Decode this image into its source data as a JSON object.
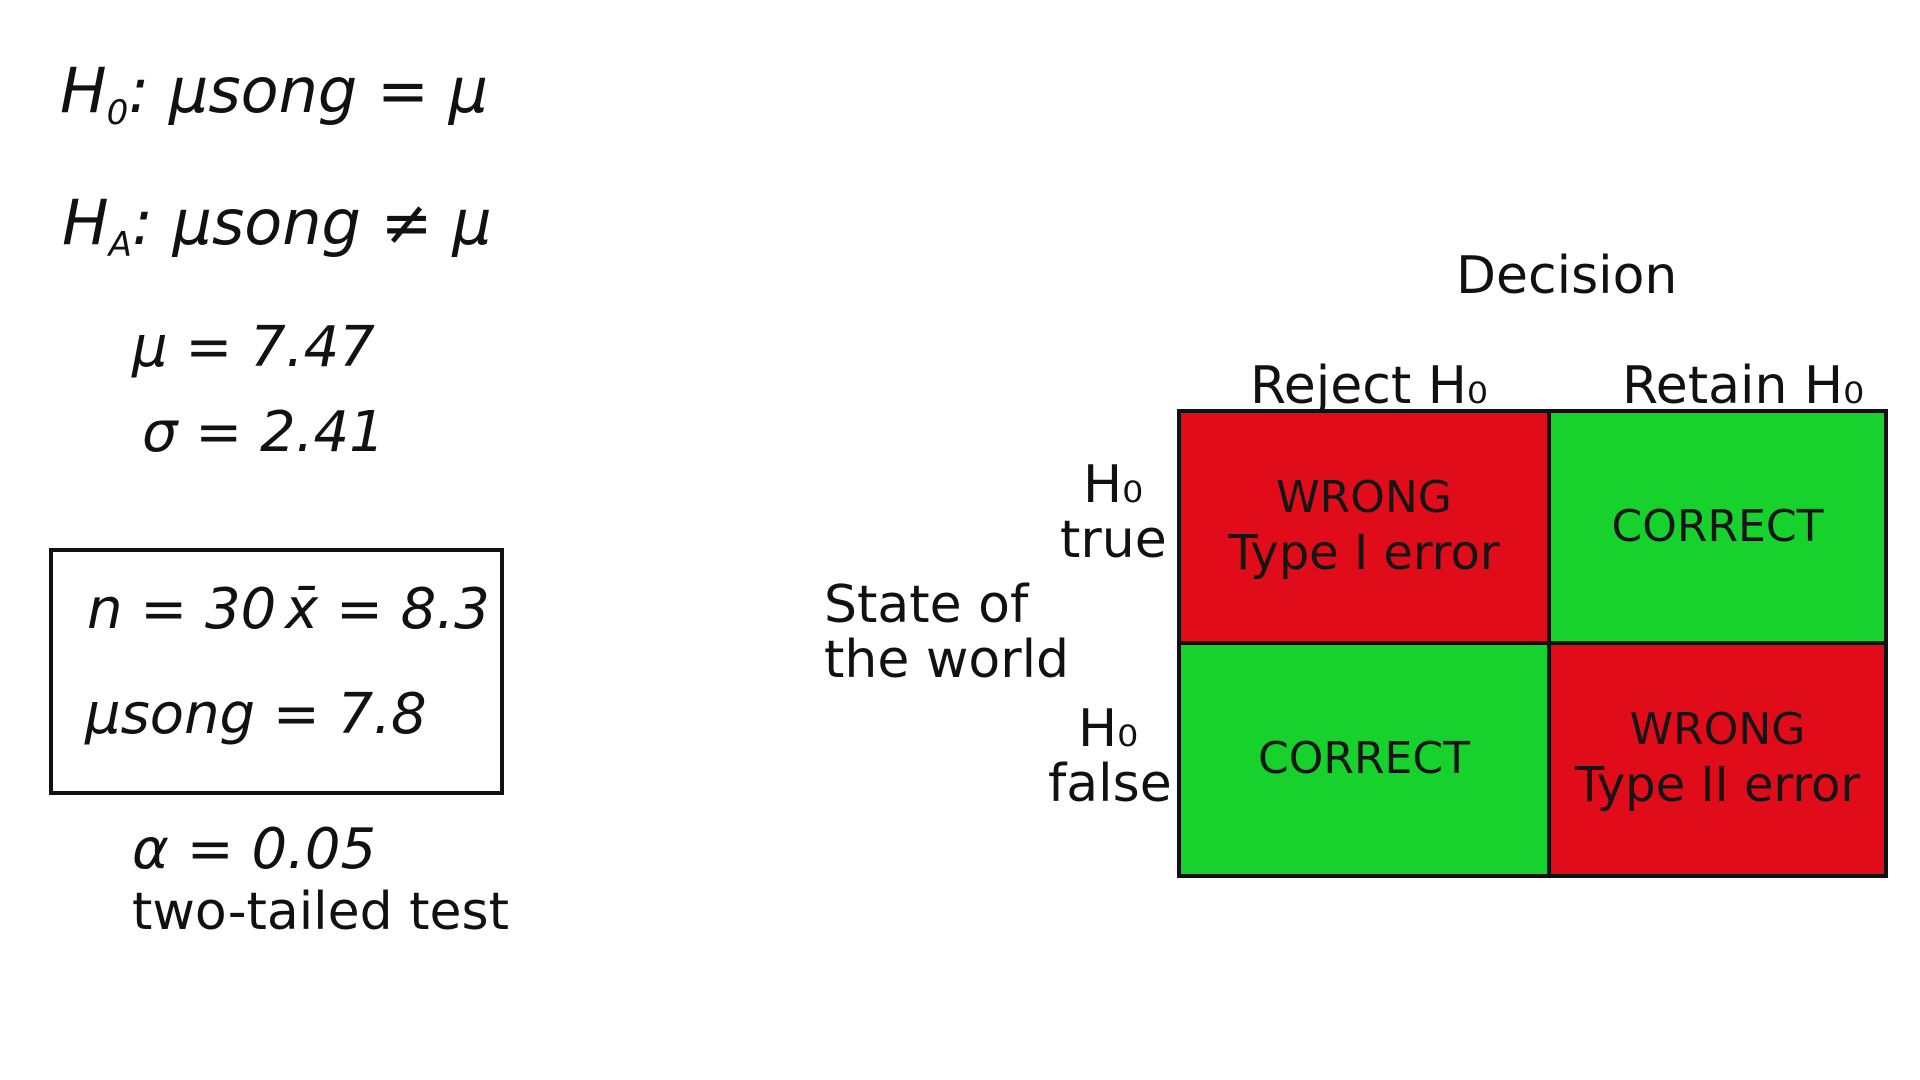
{
  "hypotheses": {
    "null_label": "H",
    "null_sub": "0",
    "null_expr": ": μsong = μ",
    "alt_label": "H",
    "alt_sub": "A",
    "alt_expr": ": μsong ≠ μ"
  },
  "population": {
    "mu": "μ = 7.47",
    "sigma": "σ = 2.41"
  },
  "sample": {
    "n": "n = 30",
    "xbar": "x̄ = 8.3",
    "mu_song": "μsong = 7.8"
  },
  "test": {
    "alpha": "α = 0.05",
    "type": "two-tailed test"
  },
  "matrix": {
    "decision_title": "Decision",
    "state_title_line1": "State of",
    "state_title_line2": "the world",
    "col_reject": "Reject H₀",
    "col_retain": "Retain H₀",
    "row_true_line1": "H₀",
    "row_true_line2": "true",
    "row_false_line1": "H₀",
    "row_false_line2": "false",
    "cells": {
      "true_reject_main": "WRONG",
      "true_reject_sub": "Type I error",
      "true_retain_main": "CORRECT",
      "false_reject_main": "CORRECT",
      "false_retain_main": "WRONG",
      "false_retain_sub": "Type II error"
    }
  },
  "colors": {
    "wrong": "#e00c1a",
    "correct": "#17d12c",
    "ink": "#111111"
  }
}
